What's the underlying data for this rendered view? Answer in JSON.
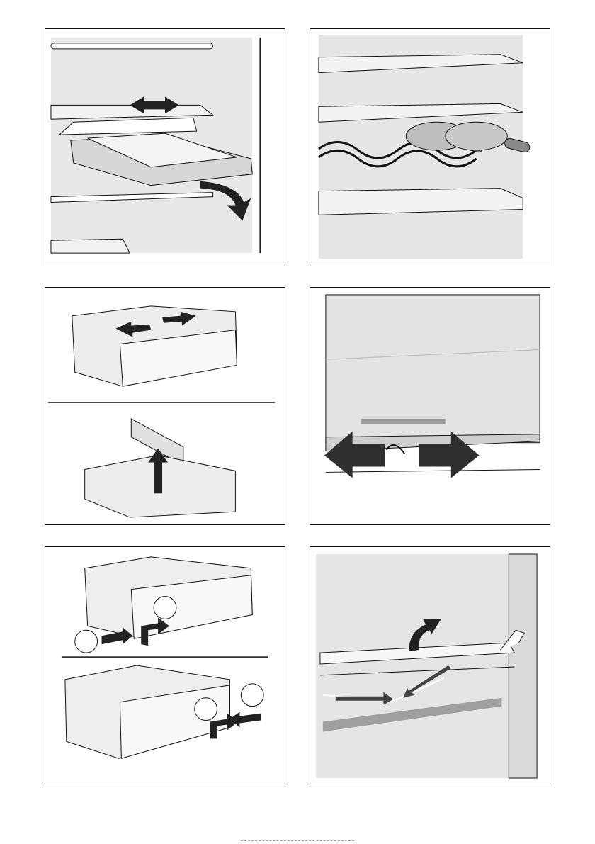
{
  "page": {
    "panels": [
      {
        "id": "p1",
        "subject": "shelf-with-sliding-drawer"
      },
      {
        "id": "p2",
        "subject": "bottle-rack-shelf"
      },
      {
        "id": "p3",
        "subject": "crisper-drawer-divider"
      },
      {
        "id": "p4",
        "subject": "glass-shelf-slide"
      },
      {
        "id": "p5",
        "subject": "drawer-removal"
      },
      {
        "id": "p6",
        "subject": "rear-wall-drain"
      }
    ]
  },
  "callouts": {
    "p5_upper_a": "",
    "p5_upper_b": "",
    "p5_lower_a": "",
    "p5_lower_b": ""
  },
  "colors": {
    "line": "#1a1a1a",
    "arrow": "#222222",
    "fill_light": "#e6e6e6",
    "fill_mid": "#cfcfcf",
    "fill_dark": "#9a9a9a"
  }
}
